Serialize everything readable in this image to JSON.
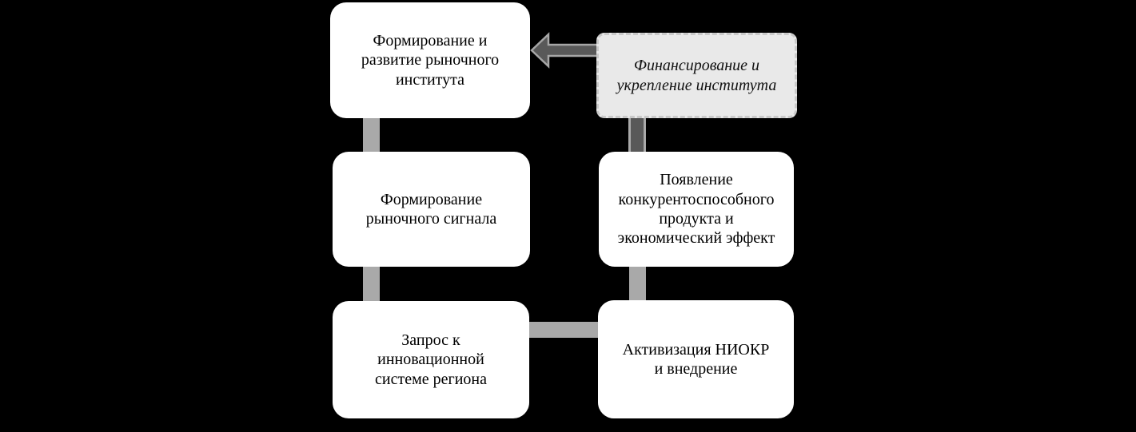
{
  "diagram": {
    "description_nodes_count": "6",
    "nodes": {
      "institute_development": {
        "label": "Формирование и\nразвитие рыночного\nинститута"
      },
      "market_signal": {
        "label": "Формирование\nрыночного сигнала"
      },
      "innovation_request": {
        "label": "Запрос к\nинновационной\nсистеме региона"
      },
      "competitive_product": {
        "label": "Появление\nконкурентоспособного\nпродукта и\nэкономический эффект"
      },
      "rnd_activation": {
        "label": "Активизация НИОКР\nи внедрение"
      },
      "financing": {
        "label": "Финансирование и\nукрепление института"
      }
    },
    "colors": {
      "background": "#000000",
      "node_fill": "#ffffff",
      "node_text": "#000000",
      "connector_gray": "#a9a9a9",
      "dark_connector_fill": "#595959",
      "arrow_fill": "#595959",
      "arrow_outline": "#a6a6a6",
      "financing_fill": "#e9e9e9",
      "financing_border": "#c9c9c9"
    }
  }
}
